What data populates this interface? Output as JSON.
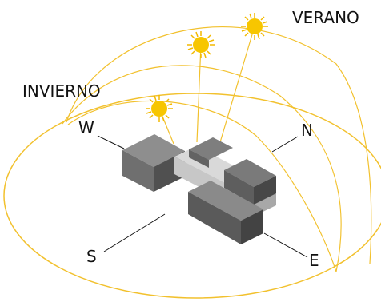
{
  "labels": {
    "verano": "VERANO",
    "invierno": "INVIERNO",
    "west": "W",
    "north": "N",
    "south": "S",
    "east": "E"
  },
  "colors": {
    "orbit": "#F2C12E",
    "sun_fill": "#F7C600",
    "sun_rays": "#F2B900",
    "ground_ellipse": "#F2C12E",
    "block_top": "#8E8E8E",
    "block_left": "#6F6F6F",
    "block_right": "#505050",
    "block_light": "#D9D9D9"
  }
}
